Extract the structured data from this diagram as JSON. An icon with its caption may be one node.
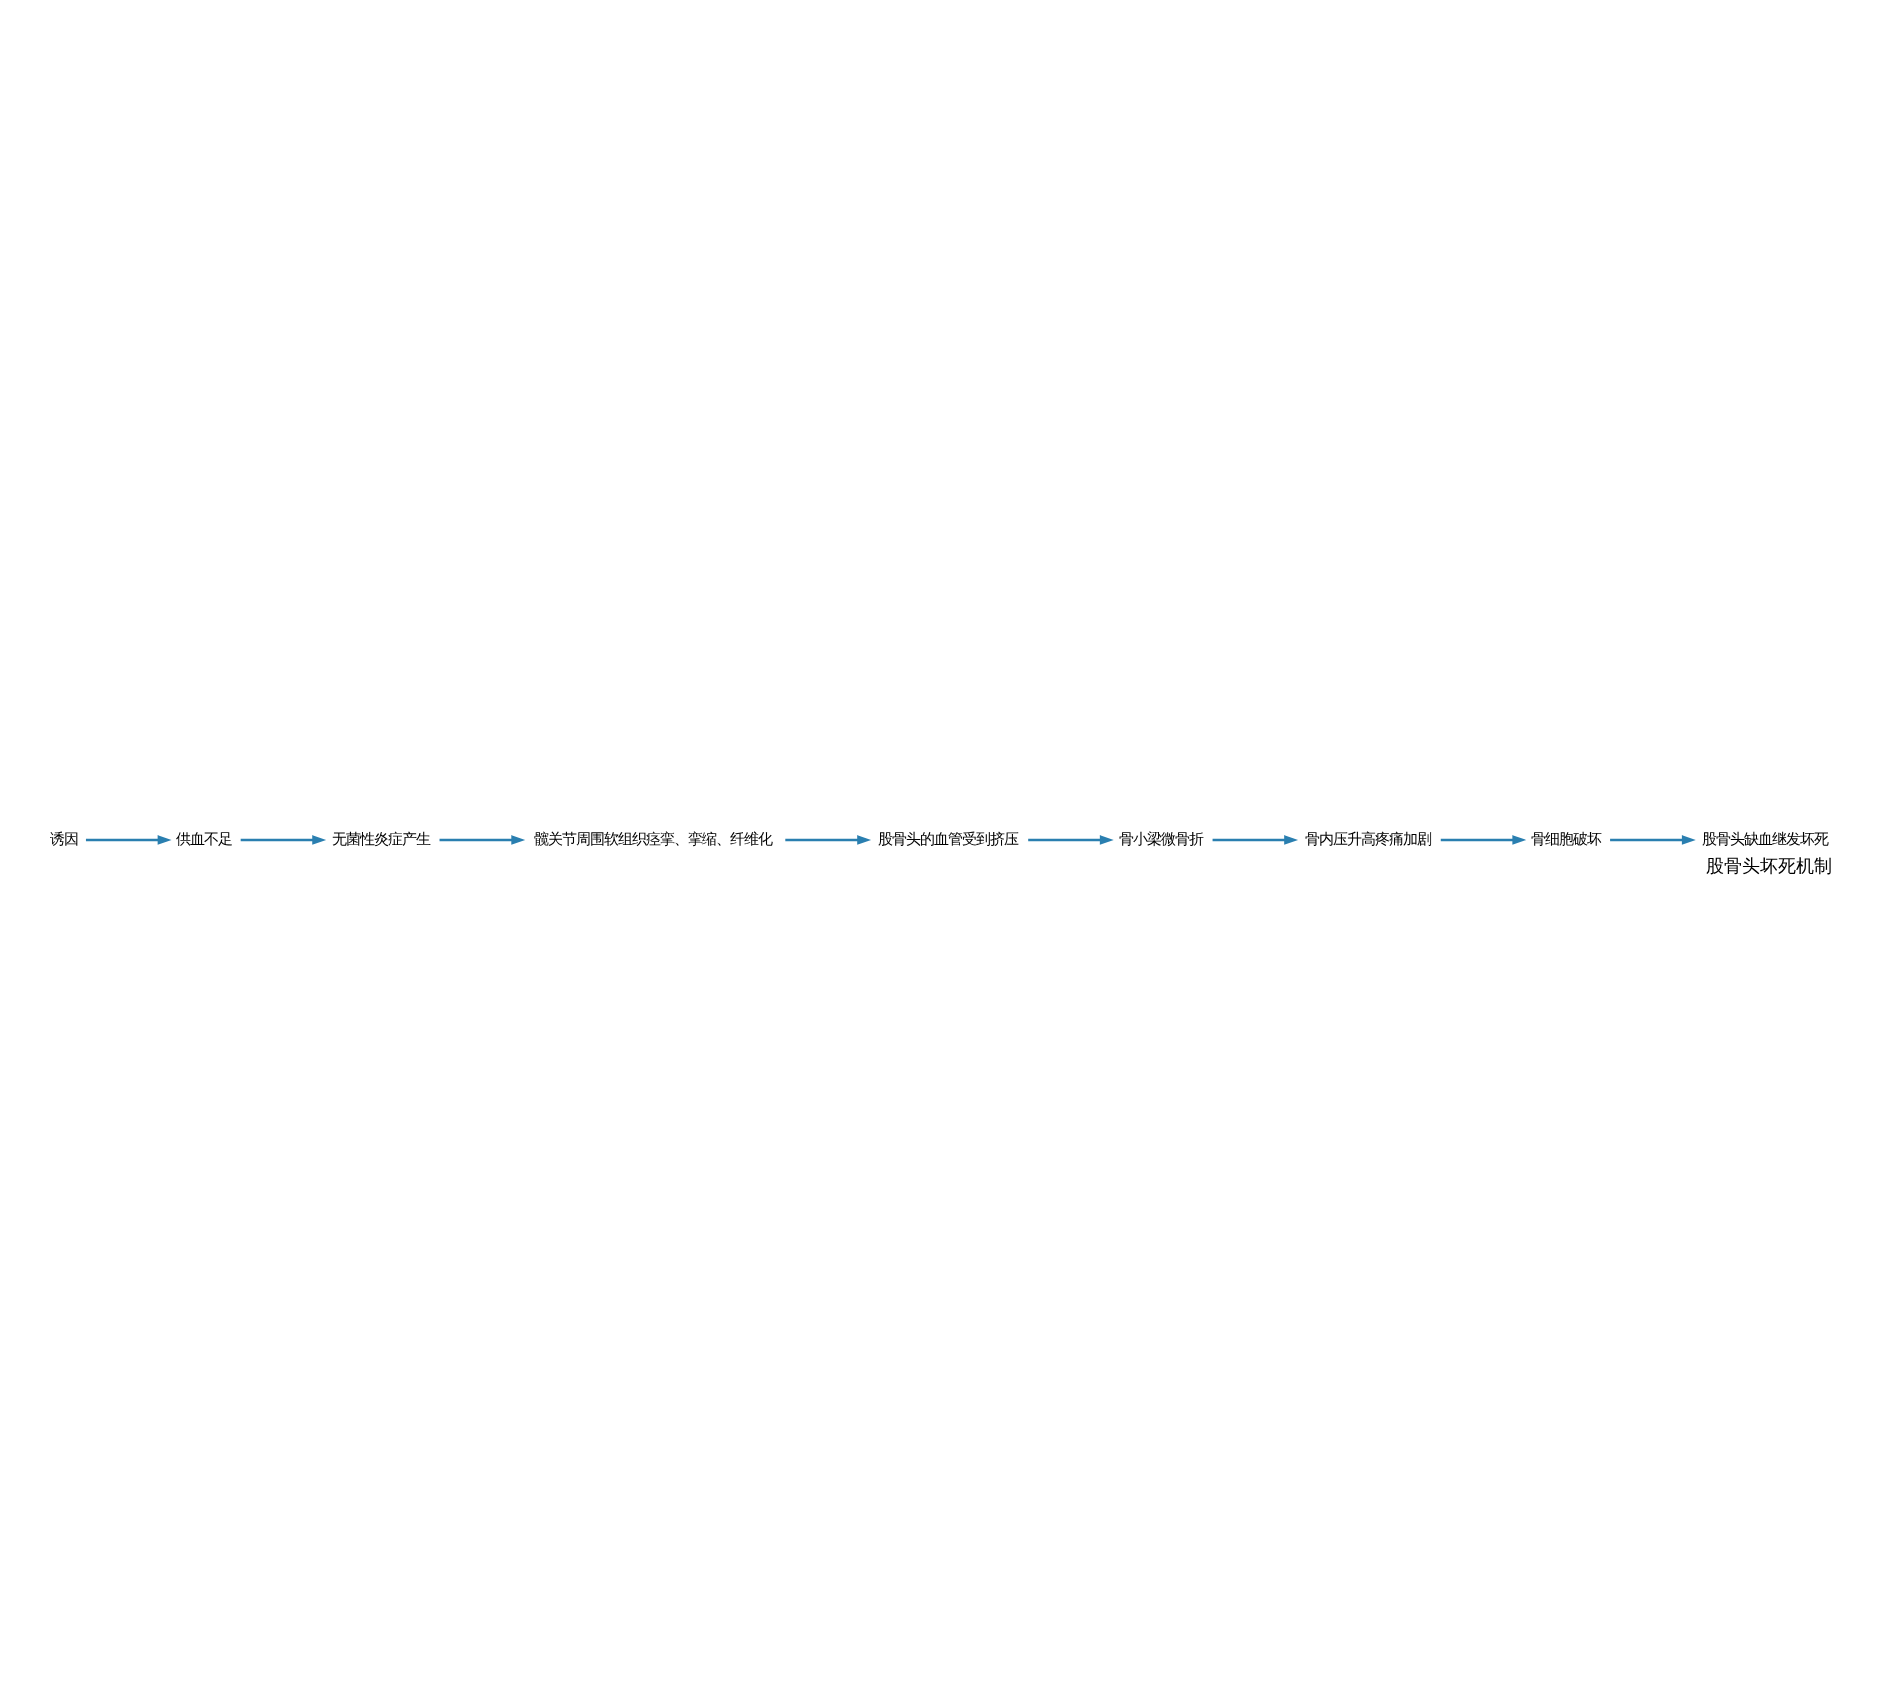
{
  "diagram": {
    "title": "股骨头坏死机制",
    "nodes": [
      {
        "text": [
          "诱因"
        ]
      },
      {
        "text": [
          "供血不足"
        ]
      },
      {
        "text": [
          "无菌性炎症产生"
        ]
      },
      {
        "text": [
          "髋关节周围软组织痉挛、挛缩、纤维化"
        ]
      },
      {
        "text": [
          "股骨头的血管受到挤压"
        ]
      },
      {
        "text": [
          "骨小梁微骨折"
        ]
      },
      {
        "text": [
          "骨内压升高疼痛加剧"
        ]
      },
      {
        "text": [
          "骨细胞破坏"
        ]
      },
      {
        "text": [
          "股骨头缺血继发坏死"
        ]
      }
    ],
    "edges": [
      {
        "from": 0,
        "to": 1,
        "arrow": "to"
      },
      {
        "from": 1,
        "to": 2,
        "arrow": "to"
      },
      {
        "from": 2,
        "to": 3,
        "arrow": "to"
      },
      {
        "from": 3,
        "to": 4,
        "arrow": "to"
      },
      {
        "from": 4,
        "to": 5,
        "arrow": "to"
      },
      {
        "from": 5,
        "to": 6,
        "arrow": "to"
      },
      {
        "from": 6,
        "to": 7,
        "arrow": "to"
      },
      {
        "from": 7,
        "to": 8,
        "arrow": "to"
      }
    ]
  }
}
